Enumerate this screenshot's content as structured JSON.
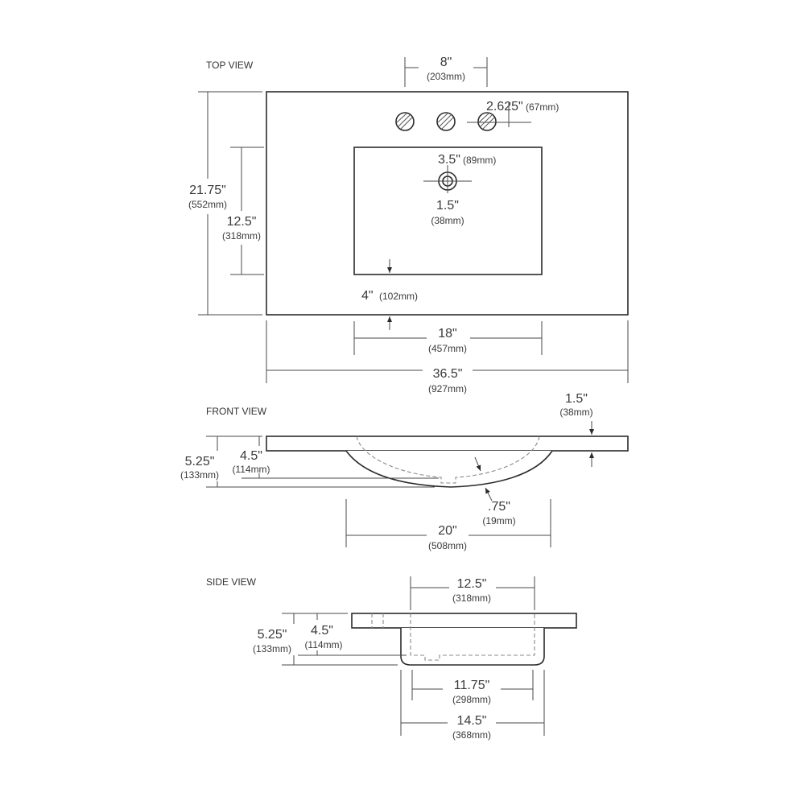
{
  "views": {
    "top": "TOP VIEW",
    "front": "FRONT VIEW",
    "side": "SIDE VIEW"
  },
  "top_view": {
    "faucet_spread": {
      "main": "8\"",
      "sub": "(203mm)"
    },
    "faucet_hole": {
      "main": "2.625\"",
      "sub": "(67mm)"
    },
    "drain_offset": {
      "main": "3.5\"",
      "sub": "(89mm)"
    },
    "drain_diameter": {
      "main": "1.5\"",
      "sub": "(38mm)"
    },
    "overall_depth": {
      "main": "21.75\"",
      "sub": "(552mm)"
    },
    "bowl_depth": {
      "main": "12.5\"",
      "sub": "(318mm)"
    },
    "front_edge": {
      "main": "4\"",
      "sub": "(102mm)"
    },
    "bowl_width": {
      "main": "18\"",
      "sub": "(457mm)"
    },
    "overall_width": {
      "main": "36.5\"",
      "sub": "(927mm)"
    }
  },
  "front_view": {
    "top_thickness": {
      "main": "1.5\"",
      "sub": "(38mm)"
    },
    "overall_height": {
      "main": "5.25\"",
      "sub": "(133mm)"
    },
    "bowl_height": {
      "main": "4.5\"",
      "sub": "(114mm)"
    },
    "bowl_wall": {
      "main": ".75\"",
      "sub": "(19mm)"
    },
    "bowl_width": {
      "main": "20\"",
      "sub": "(508mm)"
    }
  },
  "side_view": {
    "bowl_top": {
      "main": "12.5\"",
      "sub": "(318mm)"
    },
    "overall_height": {
      "main": "5.25\"",
      "sub": "(133mm)"
    },
    "bowl_height": {
      "main": "4.5\"",
      "sub": "(114mm)"
    },
    "bowl_bottom": {
      "main": "11.75\"",
      "sub": "(298mm)"
    },
    "bowl_outer": {
      "main": "14.5\"",
      "sub": "(368mm)"
    }
  },
  "colors": {
    "line": "#3c3c3c",
    "hidden": "#8a8a8a",
    "text": "#3a3a3a"
  }
}
